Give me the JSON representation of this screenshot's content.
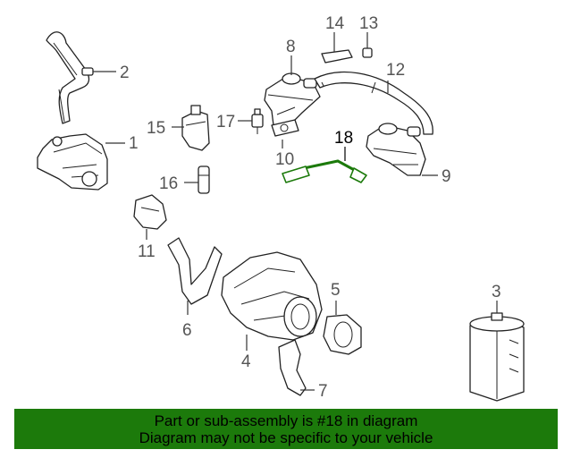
{
  "diagram": {
    "callouts": [
      {
        "id": "1",
        "label": "1"
      },
      {
        "id": "2",
        "label": "2"
      },
      {
        "id": "3",
        "label": "3"
      },
      {
        "id": "4",
        "label": "4"
      },
      {
        "id": "5",
        "label": "5"
      },
      {
        "id": "6",
        "label": "6"
      },
      {
        "id": "7",
        "label": "7"
      },
      {
        "id": "8",
        "label": "8"
      },
      {
        "id": "9",
        "label": "9"
      },
      {
        "id": "10",
        "label": "10"
      },
      {
        "id": "11",
        "label": "11"
      },
      {
        "id": "12",
        "label": "12"
      },
      {
        "id": "13",
        "label": "13"
      },
      {
        "id": "14",
        "label": "14"
      },
      {
        "id": "15",
        "label": "15"
      },
      {
        "id": "16",
        "label": "16"
      },
      {
        "id": "17",
        "label": "17"
      },
      {
        "id": "18",
        "label": "18"
      }
    ],
    "highlighted_part": "18",
    "highlight_color": "#1c7a0b"
  },
  "banner": {
    "line1": "Part or sub-assembly is #18 in diagram",
    "line2": "Diagram may not be specific to your vehicle",
    "background": "#1c7a0b"
  }
}
